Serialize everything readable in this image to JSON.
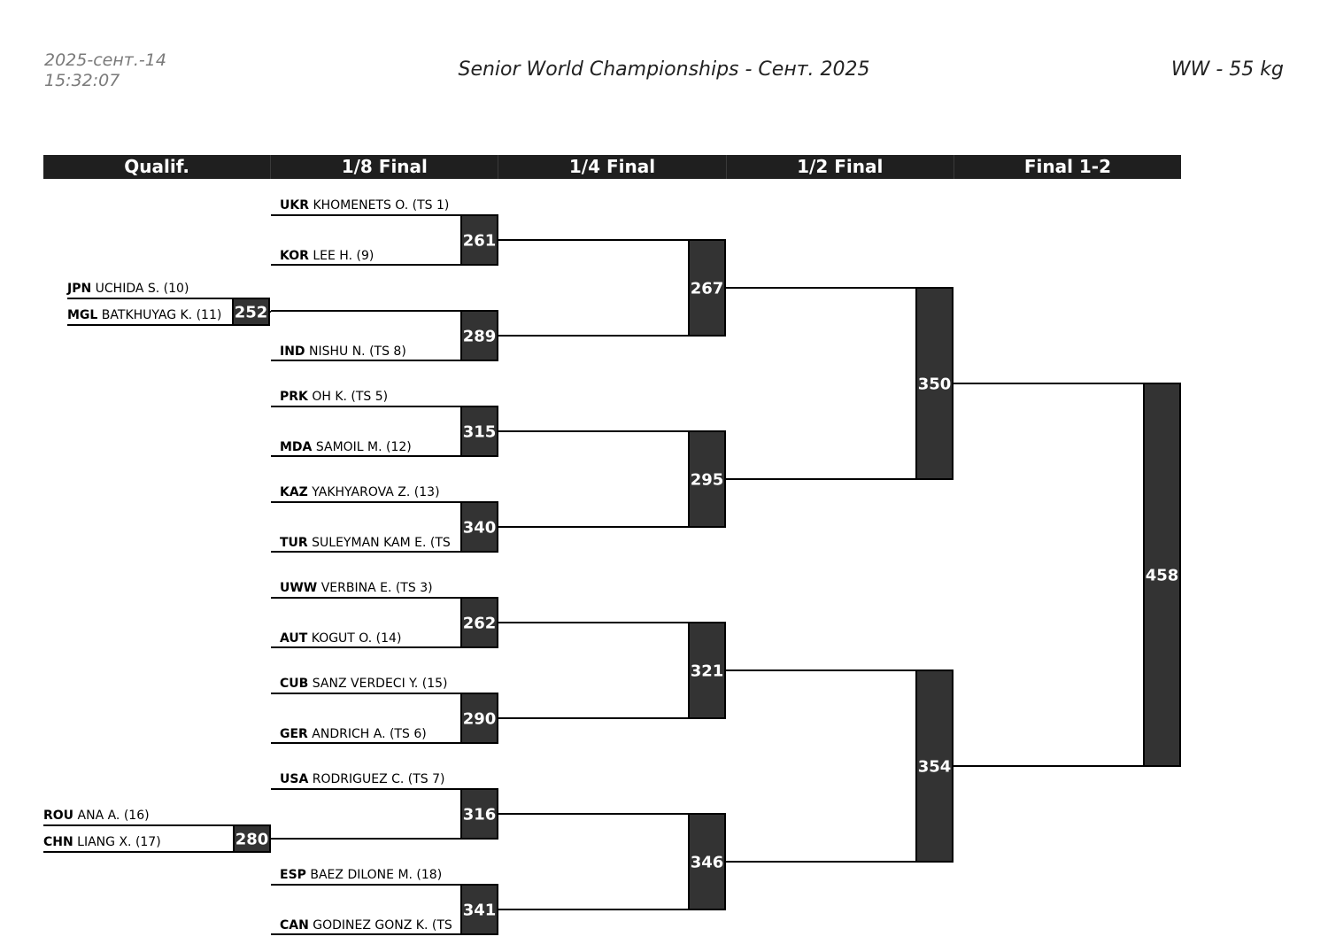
{
  "header": {
    "date": "2025-сент.-14",
    "time": "15:32:07",
    "title": "Senior World Championships - Сент. 2025",
    "weight_class": "WW - 55 kg"
  },
  "rounds": [
    "Qualif.",
    "1/8 Final",
    "1/4 Final",
    "1/2 Final",
    "Final 1-2"
  ],
  "colors": {
    "box": "#333333",
    "line": "#000000",
    "header_bg": "#1f1f1f"
  },
  "qualif": [
    {
      "id": "252",
      "athletes": [
        {
          "nation": "JPN",
          "name": "UCHIDA S. (10)"
        },
        {
          "nation": "MGL",
          "name": "BATKHUYAG K. (11)"
        }
      ]
    },
    {
      "id": "280",
      "athletes": [
        {
          "nation": "ROU",
          "name": "ANA A. (16)"
        },
        {
          "nation": "CHN",
          "name": "LIANG X. (17)"
        }
      ]
    }
  ],
  "r16": [
    {
      "id": "261",
      "athletes": [
        {
          "nation": "UKR",
          "name": "KHOMENETS O. (TS 1)"
        },
        {
          "nation": "KOR",
          "name": "LEE H. (9)"
        }
      ]
    },
    {
      "id": "289",
      "athletes": [
        {
          "nation": "",
          "name": ""
        },
        {
          "nation": "IND",
          "name": "NISHU N. (TS 8)"
        }
      ]
    },
    {
      "id": "315",
      "athletes": [
        {
          "nation": "PRK",
          "name": "OH K. (TS 5)"
        },
        {
          "nation": "MDA",
          "name": "SAMOIL M. (12)"
        }
      ]
    },
    {
      "id": "340",
      "athletes": [
        {
          "nation": "KAZ",
          "name": "YAKHYAROVA Z. (13)"
        },
        {
          "nation": "TUR",
          "name": "SULEYMAN KAM E. (TS"
        }
      ]
    },
    {
      "id": "262",
      "athletes": [
        {
          "nation": "UWW",
          "name": "VERBINA E. (TS 3)"
        },
        {
          "nation": "AUT",
          "name": "KOGUT O. (14)"
        }
      ]
    },
    {
      "id": "290",
      "athletes": [
        {
          "nation": "CUB",
          "name": "SANZ VERDECI Y. (15)"
        },
        {
          "nation": "GER",
          "name": "ANDRICH A. (TS 6)"
        }
      ]
    },
    {
      "id": "316",
      "athletes": [
        {
          "nation": "USA",
          "name": "RODRIGUEZ C. (TS 7)"
        },
        {
          "nation": "",
          "name": ""
        }
      ]
    },
    {
      "id": "341",
      "athletes": [
        {
          "nation": "ESP",
          "name": "BAEZ DILONE M. (18)"
        },
        {
          "nation": "CAN",
          "name": "GODINEZ GONZ K. (TS"
        }
      ]
    }
  ],
  "qf": [
    "267",
    "295",
    "321",
    "346"
  ],
  "sf": [
    "350",
    "354"
  ],
  "final": [
    "458"
  ]
}
